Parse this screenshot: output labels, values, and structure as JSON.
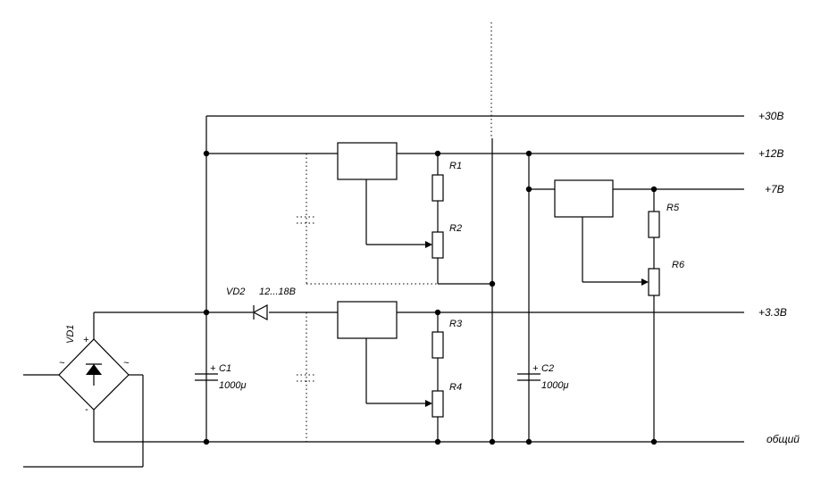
{
  "rails": {
    "v30": "+30В",
    "v12": "+12В",
    "v7": "+7В",
    "v3_3": "+3.3В",
    "gnd": "общий"
  },
  "components": {
    "bridge": {
      "ref": "VD1",
      "plus": "+",
      "minus": "-",
      "ac": "~"
    },
    "diode": {
      "ref": "VD2",
      "value": "12...18В"
    },
    "c1": {
      "ref": "C1",
      "value": "1000μ",
      "plus": "+"
    },
    "c2": {
      "ref": "C2",
      "value": "1000μ",
      "plus": "+"
    },
    "r1": {
      "ref": "R1"
    },
    "r2": {
      "ref": "R2"
    },
    "r3": {
      "ref": "R3"
    },
    "r4": {
      "ref": "R4"
    },
    "r5": {
      "ref": "R5"
    },
    "r6": {
      "ref": "R6"
    }
  }
}
